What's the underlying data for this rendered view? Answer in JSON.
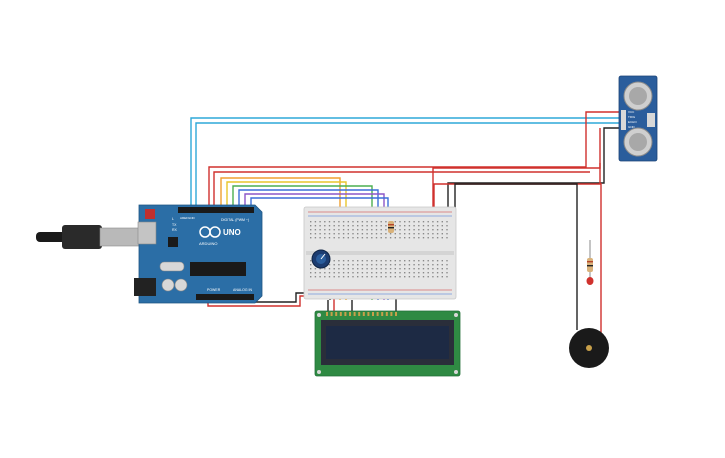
{
  "components": {
    "arduino": {
      "brand": "ARDUINO",
      "model": "UNO",
      "digital_label": "DIGITAL (PWM ~)",
      "power_label": "POWER",
      "analog_label": "ANALOG IN",
      "tx_label": "TX",
      "rx_label": "RX",
      "l_label": "L",
      "aref_label": "AREF",
      "gnd_label": "GND"
    },
    "ultrasonic_sensor": {
      "pin_labels": [
        "VCC",
        "TRIG",
        "ECHO",
        "GND"
      ]
    },
    "lcd": {},
    "breadboard": {},
    "potentiometer": {},
    "resistor": {},
    "led": {},
    "buzzer": {}
  },
  "colors": {
    "arduino_board": "#2b6ea6",
    "sensor_board": "#2a5d9c",
    "lcd_pcb": "#2f8a43",
    "lcd_screen": "#1d2a44",
    "breadboard": "#e8e8e8",
    "wire_red": "#d0312d",
    "wire_black": "#222222",
    "wire_cyan": "#2ea8d8",
    "wire_orange": "#f0a030",
    "wire_yellow": "#e8c62c",
    "wire_green": "#4caf50",
    "wire_blue": "#3b6fd8",
    "wire_purple": "#8b56c7",
    "wire_gray": "#888888"
  }
}
